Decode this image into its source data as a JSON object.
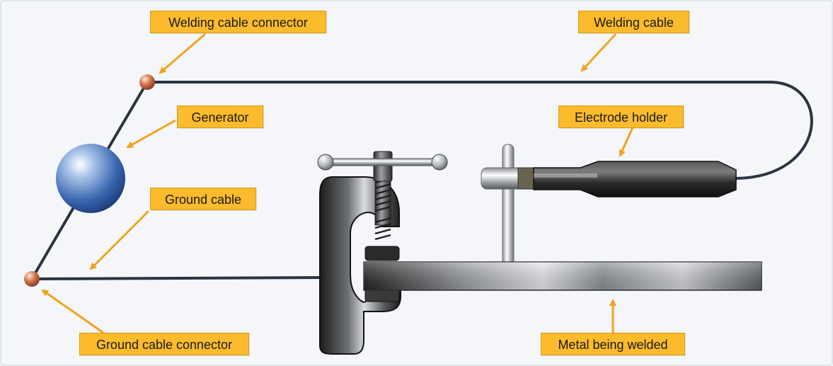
{
  "diagram": {
    "labels": {
      "welding_cable_connector": "Welding cable connector",
      "welding_cable": "Welding cable",
      "generator": "Generator",
      "electrode_holder": "Electrode holder",
      "ground_cable": "Ground cable",
      "ground_cable_connector": "Ground cable connector",
      "metal_being_welded": "Metal being welded"
    },
    "colors": {
      "callout_fill": "#fbbb2d",
      "arrow": "#f3a21f",
      "cable": "#2b3440",
      "connector": "#b5522b",
      "generator": "#2f5ea8"
    }
  }
}
